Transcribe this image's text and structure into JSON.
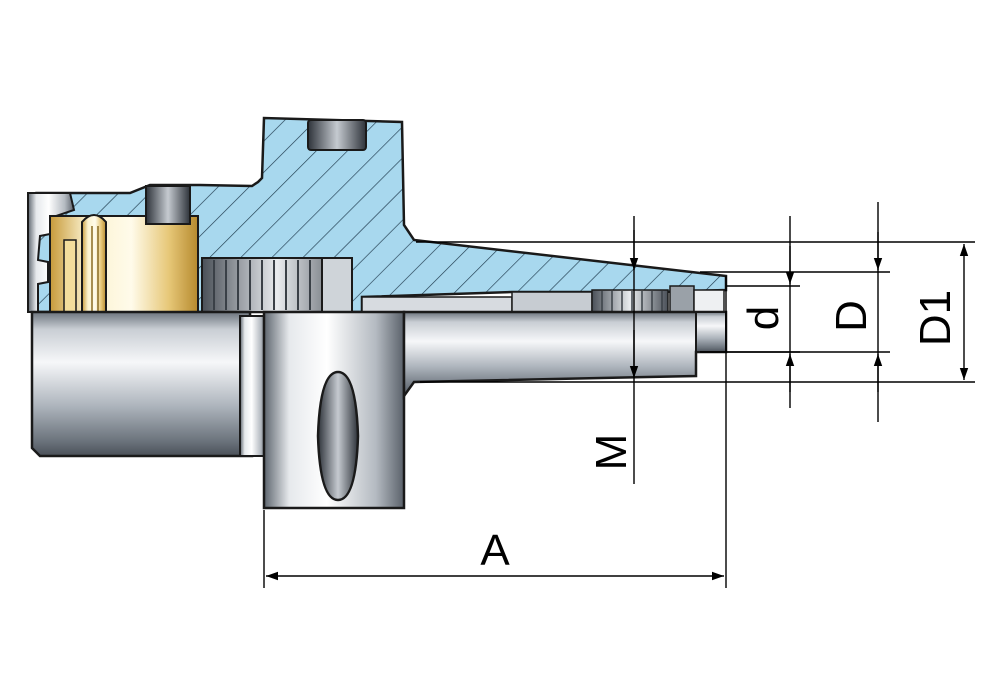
{
  "labels": {
    "A": "A",
    "M": "M",
    "d": "d",
    "D": "D",
    "D1": "D1"
  },
  "colors": {
    "section_fill": "#a8d8ee",
    "hatch": "#1f3a4d",
    "outline": "#1a1a1a",
    "steel_light": "#f2f4f6",
    "steel_mid": "#a9b0b8",
    "steel_dark": "#4d555e",
    "brass_light": "#fbf2cf",
    "brass_dark": "#c79a3a",
    "dimension": "#000000"
  }
}
